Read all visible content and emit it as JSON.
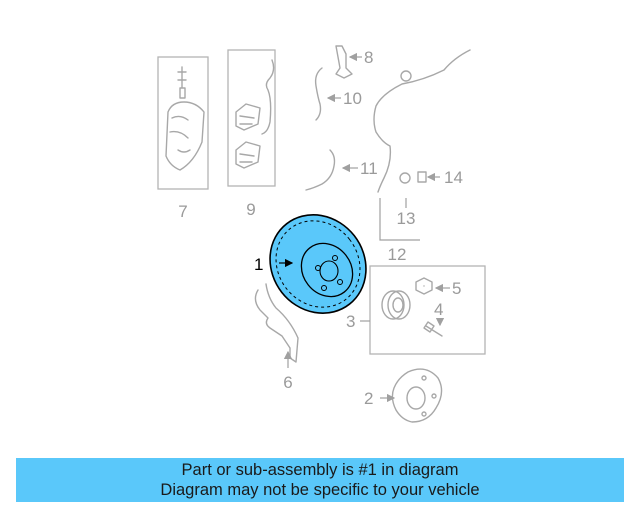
{
  "labels": {
    "l1": "1",
    "l2": "2",
    "l3": "3",
    "l4": "4",
    "l5": "5",
    "l6": "6",
    "l7": "7",
    "l8": "8",
    "l9": "9",
    "l10": "10",
    "l11": "11",
    "l12": "12",
    "l13": "13",
    "l14": "14"
  },
  "banner": {
    "line1": "Part or sub-assembly is #1 in diagram",
    "line2": "Diagram may not be specific to your vehicle"
  },
  "colors": {
    "highlight": "#5ac8fa",
    "line_art": "#a8a8a8",
    "banner_bg": "#5ac8fa"
  }
}
